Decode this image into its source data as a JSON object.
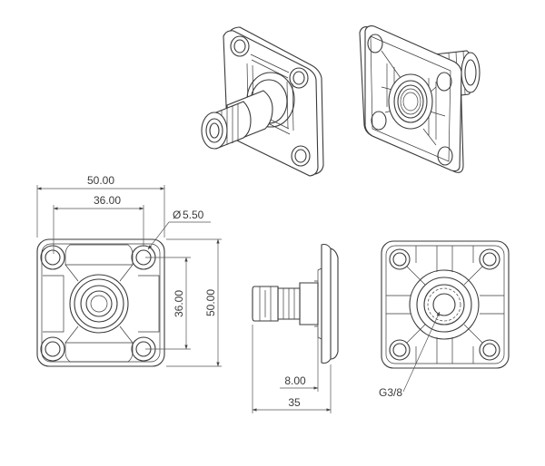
{
  "dimensions": {
    "overall_width": "50.00",
    "hole_spacing_horizontal": "36.00",
    "hole_diameter": "5.50",
    "diameter_symbol": "Ø",
    "hole_spacing_vertical": "36.00",
    "overall_height": "50.00",
    "plate_offset": "8.00",
    "overall_length": "35",
    "thread_callout": "G3/8"
  },
  "colors": {
    "line": "#3a3a3a",
    "background": "#ffffff"
  }
}
